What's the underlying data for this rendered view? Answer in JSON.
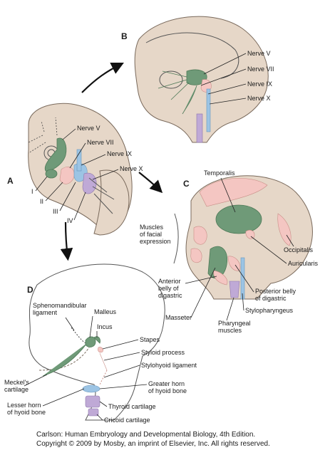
{
  "panels": {
    "a": {
      "letter": "A",
      "nerves": [
        "Nerve V",
        "Nerve VII",
        "Nerve IX",
        "Nerve X"
      ],
      "arches": [
        "I",
        "II",
        "III",
        "IV"
      ]
    },
    "b": {
      "letter": "B",
      "nerves": [
        "Nerve V",
        "Nerve VII",
        "Nerve IX",
        "Nerve X"
      ]
    },
    "c": {
      "letter": "C",
      "muscles_facial_expression": "Muscles\nof facial\nexpression",
      "temporalis": "Temporalis",
      "occipitalis": "Occipitalis",
      "auricularis": "Auricularis",
      "anterior_belly": "Anterior\nbelly of\ndigastric",
      "masseter": "Masseter",
      "posterior_belly": "Posterior belly\nof digastric",
      "stylopharyngeus": "Stylopharyngeus",
      "pharyngeal": "Pharyngeal\nmuscles"
    },
    "d": {
      "letter": "D",
      "sphenomandibular": "Sphenomandibular\nligament",
      "malleus": "Malleus",
      "incus": "Incus",
      "stapes": "Stapes",
      "styloid": "Styloid process",
      "stylohyoid": "Stylohyoid ligament",
      "meckels": "Meckel's\ncartilage",
      "greater_horn": "Greater horn\nof hyoid bone",
      "lesser_horn": "Lesser horn\nof hyoid bone",
      "thyroid": "Thyroid cartilage",
      "cricoid": "Cricoid cartilage"
    }
  },
  "caption": {
    "line1": "Carlson: Human Embryology and Developmental Biology, 4th Edition.",
    "line2": "Copyright © 2009 by Mosby, an imprint of Elsevier, Inc. All rights reserved."
  },
  "colors": {
    "nerve_green": "#6f9a78",
    "arch1_pink": "#f4c6c2",
    "arch3_blue": "#9cc4e4",
    "arch4_purple": "#bfa9d6"
  }
}
